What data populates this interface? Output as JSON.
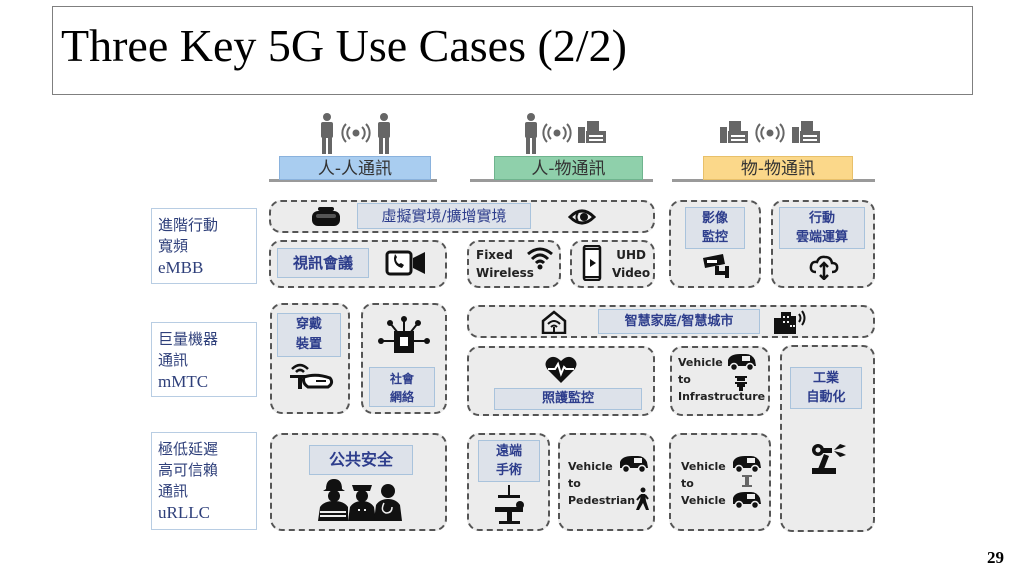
{
  "slide": {
    "title": "Three Key 5G Use Cases (2/2)",
    "page_number": "29"
  },
  "columns": [
    {
      "label": "人-人通訊",
      "color": "#a9cdf0",
      "icon_left": "person-icon",
      "icon_right": "person-icon"
    },
    {
      "label": "人-物通訊",
      "color": "#8fd0ab",
      "icon_left": "person-icon",
      "icon_right": "fax-machine-icon"
    },
    {
      "label": "物-物通訊",
      "color": "#fbd88a",
      "icon_left": "fax-machine-icon",
      "icon_right": "fax-machine-icon"
    }
  ],
  "rows": [
    {
      "label_zh_line1": "進階行動",
      "label_zh_line2": "寬頻",
      "label_zh_line3": "",
      "label_en": "eMBB"
    },
    {
      "label_zh_line1": "巨量機器",
      "label_zh_line2": "通訊",
      "label_zh_line3": "",
      "label_en": "mMTC"
    },
    {
      "label_zh_line1": "極低延遲",
      "label_zh_line2": "高可信賴",
      "label_zh_line3": "通訊",
      "label_en": "uRLLC"
    }
  ],
  "tiles": {
    "vr_ar": {
      "label": "虛擬實境/擴增實境"
    },
    "video_conf": {
      "label": "視訊會議"
    },
    "fixed_wireless": {
      "line1": "Fixed",
      "line2": "Wireless"
    },
    "uhd_video": {
      "line1": "UHD",
      "line2": "Video"
    },
    "video_surveillance": {
      "line1": "影像",
      "line2": "監控"
    },
    "mobile_cloud": {
      "line1": "行動",
      "line2": "雲端運算"
    },
    "wearable": {
      "line1": "穿戴",
      "line2": "裝置"
    },
    "social_network": {
      "line1": "社會",
      "line2": "網絡"
    },
    "smart_home_city": {
      "label": "智慧家庭/智慧城市"
    },
    "care_monitoring": {
      "label": "照護監控"
    },
    "v2i": {
      "line1": "Vehicle",
      "line2": "to",
      "line3": "Infrastructure"
    },
    "industrial_automation": {
      "line1": "工業",
      "line2": "自動化"
    },
    "public_safety": {
      "label": "公共安全"
    },
    "remote_surgery": {
      "line1": "遠端",
      "line2": "手術"
    },
    "v2p": {
      "line1": "Vehicle",
      "line2": "to",
      "line3": "Pedestrian"
    },
    "v2v": {
      "line1": "Vehicle",
      "line2": "to",
      "line3": "Vehicle"
    }
  }
}
